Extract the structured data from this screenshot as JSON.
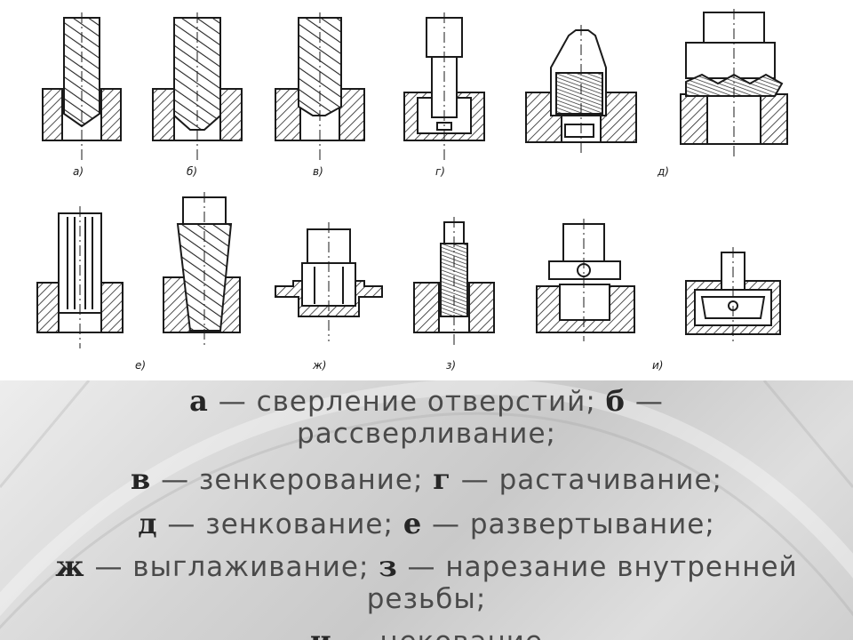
{
  "figure": {
    "panels": [
      {
        "id": "a",
        "label": "а)",
        "tool": "drill"
      },
      {
        "id": "b",
        "label": "б)",
        "tool": "core-drill"
      },
      {
        "id": "v",
        "label": "в)",
        "tool": "counterbore"
      },
      {
        "id": "g",
        "label": "г)",
        "tool": "boring-bar"
      },
      {
        "id": "d",
        "label": "д)",
        "tool": "countersink"
      },
      {
        "id": "e",
        "label": "е)",
        "tool": "reamer"
      },
      {
        "id": "zh",
        "label": "ж)",
        "tool": "burnishing-tool"
      },
      {
        "id": "z",
        "label": "з)",
        "tool": "tap"
      },
      {
        "id": "i",
        "label": "и)",
        "tool": "spot-facer"
      }
    ]
  },
  "caption": {
    "lines": [
      [
        {
          "key": "а",
          "text": " — сверление отверстий; "
        },
        {
          "key": "б",
          "text": " —"
        }
      ],
      [
        {
          "key": "",
          "text": "рассверливание;"
        }
      ],
      [
        {
          "key": "в",
          "text": " — зенкерование; "
        },
        {
          "key": "г",
          "text": " — растачивание;"
        }
      ],
      [
        {
          "key": "д",
          "text": " — зенкование; "
        },
        {
          "key": "е",
          "text": " — развертывание;"
        }
      ],
      [
        {
          "key": "ж",
          "text": " — выглаживание; "
        },
        {
          "key": "з",
          "text": " — нарезание внутренней"
        }
      ],
      [
        {
          "key": "",
          "text": "резьбы;"
        }
      ],
      [
        {
          "key": "и",
          "text": " — цекование"
        }
      ]
    ]
  }
}
